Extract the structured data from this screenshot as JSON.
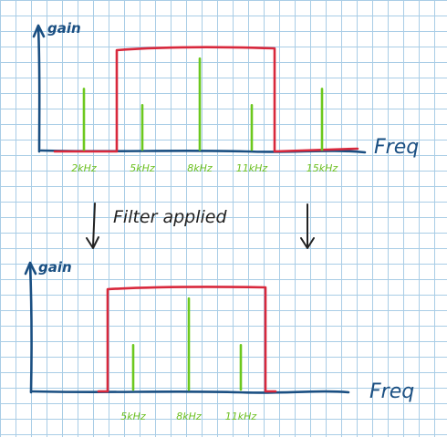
{
  "colors": {
    "axis": "#1a4f82",
    "filter": "#d8283c",
    "signal": "#6cc81e",
    "annotation": "#222222"
  },
  "labels": {
    "gain": "gain",
    "freq": "Freq",
    "filter_applied": "Filter applied"
  },
  "chart_data": [
    {
      "type": "bar",
      "categories": [
        "2kHz",
        "5kHz",
        "8kHz",
        "11kHz",
        "15kHz"
      ],
      "values": [
        0.52,
        0.38,
        0.78,
        0.38,
        0.52
      ],
      "passband": [
        "5kHz",
        "11kHz"
      ],
      "xlabel": "Freq",
      "ylabel": "gain"
    },
    {
      "type": "bar",
      "categories": [
        "5kHz",
        "8kHz",
        "11kHz"
      ],
      "values": [
        0.38,
        0.78,
        0.38
      ],
      "passband": [
        "5kHz",
        "11kHz"
      ],
      "xlabel": "Freq",
      "ylabel": "gain"
    }
  ]
}
